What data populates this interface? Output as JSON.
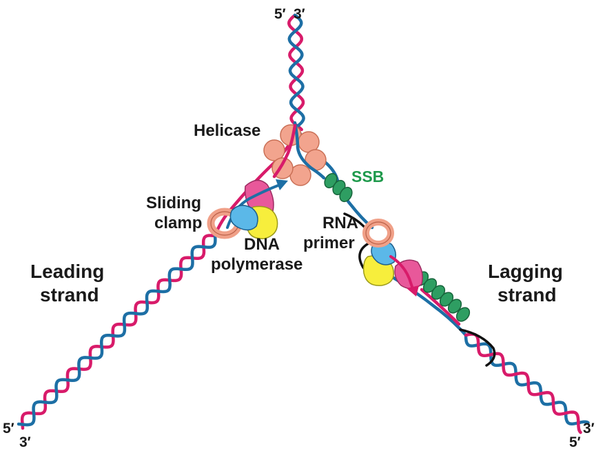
{
  "labels": {
    "top_five": "5′",
    "top_three": "3′",
    "helicase": "Helicase",
    "ssb": "SSB",
    "sliding_line1": "Sliding",
    "sliding_line2": "clamp",
    "dnapol_line1": "DNA",
    "dnapol_line2": "polymerase",
    "rna_line1": "RNA",
    "rna_line2": "primer",
    "leading_line1": "Leading",
    "leading_line2": "strand",
    "lagging_line1": "Lagging",
    "lagging_line2": "strand",
    "left_five": "5′",
    "left_three": "3′",
    "right_three": "3′",
    "right_five": "5′"
  },
  "colors": {
    "strand_pink": "#d81b6a",
    "strand_blue": "#1d6fa5",
    "new_strand_black": "#111111",
    "helicase_fill": "#f2a48e",
    "helicase_stroke": "#c96f55",
    "ssb_fill": "#2e9e62",
    "ssb_stroke": "#17643b",
    "clamp_fill": "#f0a088",
    "clamp_stroke": "#b96048",
    "polymerase_blue": "#5bb8e8",
    "polymerase_yellow": "#f7ee3c",
    "primase_pink": "#e8589a",
    "ssb_label": "#1f9a4c"
  }
}
